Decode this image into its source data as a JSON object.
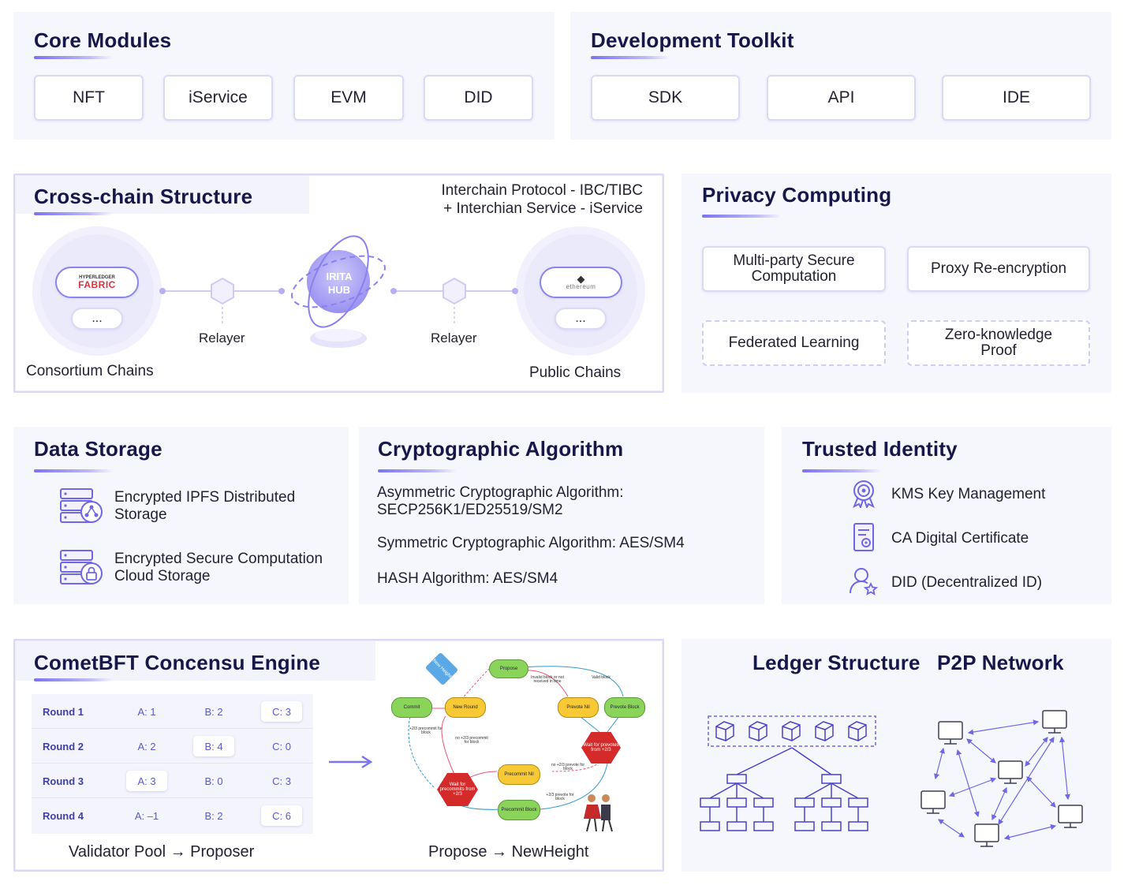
{
  "core_modules": {
    "title": "Core Modules",
    "items": [
      "NFT",
      "iService",
      "EVM",
      "DID"
    ]
  },
  "dev_toolkit": {
    "title": "Development Toolkit",
    "items": [
      "SDK",
      "API",
      "IDE"
    ]
  },
  "cross_chain": {
    "title": "Cross-chain Structure",
    "protocol_line1": "Interchain Protocol - IBC/TIBC",
    "protocol_line2": "+ Interchian Service - iService",
    "left_logo": "FABRIC",
    "left_logo_top": "HYPERLEDGER",
    "more": "...",
    "relayer_left": "Relayer",
    "hub_line1": "IRITA",
    "hub_line2": "HUB",
    "relayer_right": "Relayer",
    "right_logo": "ethereum",
    "consortium": "Consortium Chains",
    "public": "Public Chains"
  },
  "privacy": {
    "title": "Privacy Computing",
    "items": [
      "Multi-party Secure Computation",
      "Proxy Re-encryption",
      "Federated Learning",
      "Zero-knowledge Proof"
    ]
  },
  "data_storage": {
    "title": "Data Storage",
    "items": [
      "Encrypted IPFS Distributed Storage",
      "Encrypted Secure Computation Cloud Storage"
    ]
  },
  "crypto": {
    "title": "Cryptographic Algorithm",
    "asym": "Asymmetric Cryptographic Algorithm: SECP256K1/ED25519/SM2",
    "sym": "Symmetric Cryptographic Algorithm: AES/SM4",
    "hash": "HASH Algorithm: AES/SM4"
  },
  "trusted": {
    "title": "Trusted Identity",
    "items": [
      "KMS Key Management",
      "CA Digital Certificate",
      "DID (Decentralized ID)"
    ]
  },
  "comet": {
    "title": "CometBFT Concensu Engine",
    "rounds": [
      {
        "label": "Round 1",
        "a": "A:  1",
        "b": "B:  2",
        "c": "C:  3",
        "hi": "c"
      },
      {
        "label": "Round 2",
        "a": "A:  2",
        "b": "B:  4",
        "c": "C:  0",
        "hi": "b"
      },
      {
        "label": "Round 3",
        "a": "A:  3",
        "b": "B:  0",
        "c": "C:  3",
        "hi": "a"
      },
      {
        "label": "Round 4",
        "a": "A:  –1",
        "b": "B:  2",
        "c": "C:  6",
        "hi": "c"
      }
    ],
    "caption_left": "Validator Pool → Proposer",
    "caption_right": "Propose → NewHeight",
    "flow": {
      "new_height": "New Height",
      "propose": "Propose",
      "commit": "Commit",
      "new_round": "New Round",
      "prevote_nil": "Prevote Nil",
      "prevote_block": "Prevote Block",
      "wait_prevotes": "Wait for prevotes from +2/3",
      "precommit_nil": "Precommit Nil",
      "wait_precommits": "Wait for precommits from +2/3",
      "precommit_block": "Precommit Block",
      "lbl_invalid": "Invalid block or not received in time",
      "lbl_valid": "Valid block",
      "lbl_23_block": "+2/3 precommit for block",
      "lbl_no23_commit": "no +2/3 precommit for block",
      "lbl_no23_prevote": "no +2/3 prevote for block",
      "lbl_23_prevote": "+2/3 prevote for block"
    }
  },
  "ledger": {
    "title": "Ledger Structure"
  },
  "p2p": {
    "title": "P2P Network"
  },
  "colors": {
    "accent": "#7b73f0",
    "title": "#17174a",
    "panel": "#f6f6fd",
    "border": "#d9d9f6"
  }
}
